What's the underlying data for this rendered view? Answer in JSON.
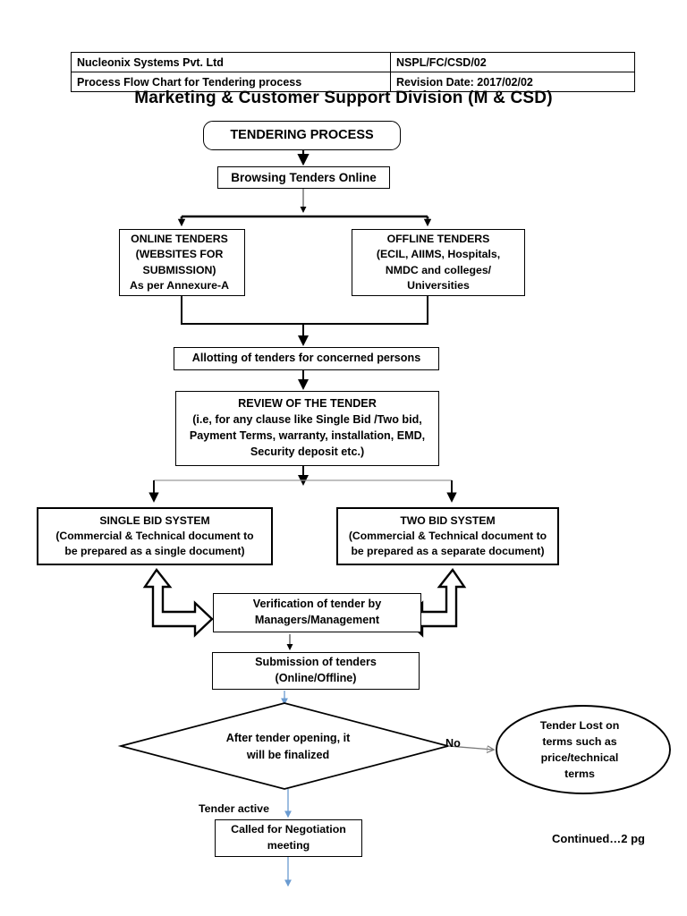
{
  "header": {
    "company": "Nucleonix Systems Pvt. Ltd",
    "doc_code": "NSPL/FC/CSD/02",
    "doc_title": "Process Flow Chart for Tendering process",
    "revision": "Revision Date:  2017/02/02",
    "division_title": "Marketing & Customer Support Division (M & CSD)"
  },
  "nodes": {
    "tendering_process": "TENDERING PROCESS",
    "browsing": "Browsing Tenders Online",
    "online_tenders": {
      "line1": "ONLINE TENDERS",
      "line2": "(WEBSITES FOR",
      "line3": "SUBMISSION)",
      "line4": "As per Annexure-A"
    },
    "offline_tenders": {
      "line1": "OFFLINE TENDERS",
      "line2": "(ECIL, AIIMS, Hospitals,",
      "line3": "NMDC and colleges/",
      "line4": "Universities"
    },
    "allotting": "Allotting of tenders for concerned persons",
    "review": {
      "line1": "REVIEW OF THE TENDER",
      "line2": "(i.e, for any clause like Single Bid /Two bid,",
      "line3": "Payment Terms, warranty, installation, EMD,",
      "line4": "Security deposit etc.)"
    },
    "single_bid": {
      "line1": "SINGLE BID SYSTEM",
      "line2": "(Commercial & Technical document to",
      "line3": "be prepared as a single document)"
    },
    "two_bid": {
      "line1": "TWO BID SYSTEM",
      "line2": "(Commercial & Technical document to",
      "line3": "be prepared as a separate document)"
    },
    "verification": {
      "line1": "Verification of tender by",
      "line2": "Managers/Management"
    },
    "submission": {
      "line1": "Submission of tenders",
      "line2": "(Online/Offline)"
    },
    "decision": {
      "line1": "After tender opening, it",
      "line2": "will be finalized"
    },
    "tender_lost": {
      "line1": "Tender Lost on",
      "line2": "terms such as",
      "line3": "price/technical",
      "line4": "terms"
    },
    "negotiation": {
      "line1": "Called for Negotiation",
      "line2": "meeting"
    }
  },
  "labels": {
    "no_branch": "No",
    "tender_active": "Tender active",
    "continued": "Continued…2 pg"
  },
  "colors": {
    "line_black": "#000000",
    "line_blue": "#6A9BD1",
    "line_gray": "#808080",
    "background": "#FFFFFF"
  }
}
